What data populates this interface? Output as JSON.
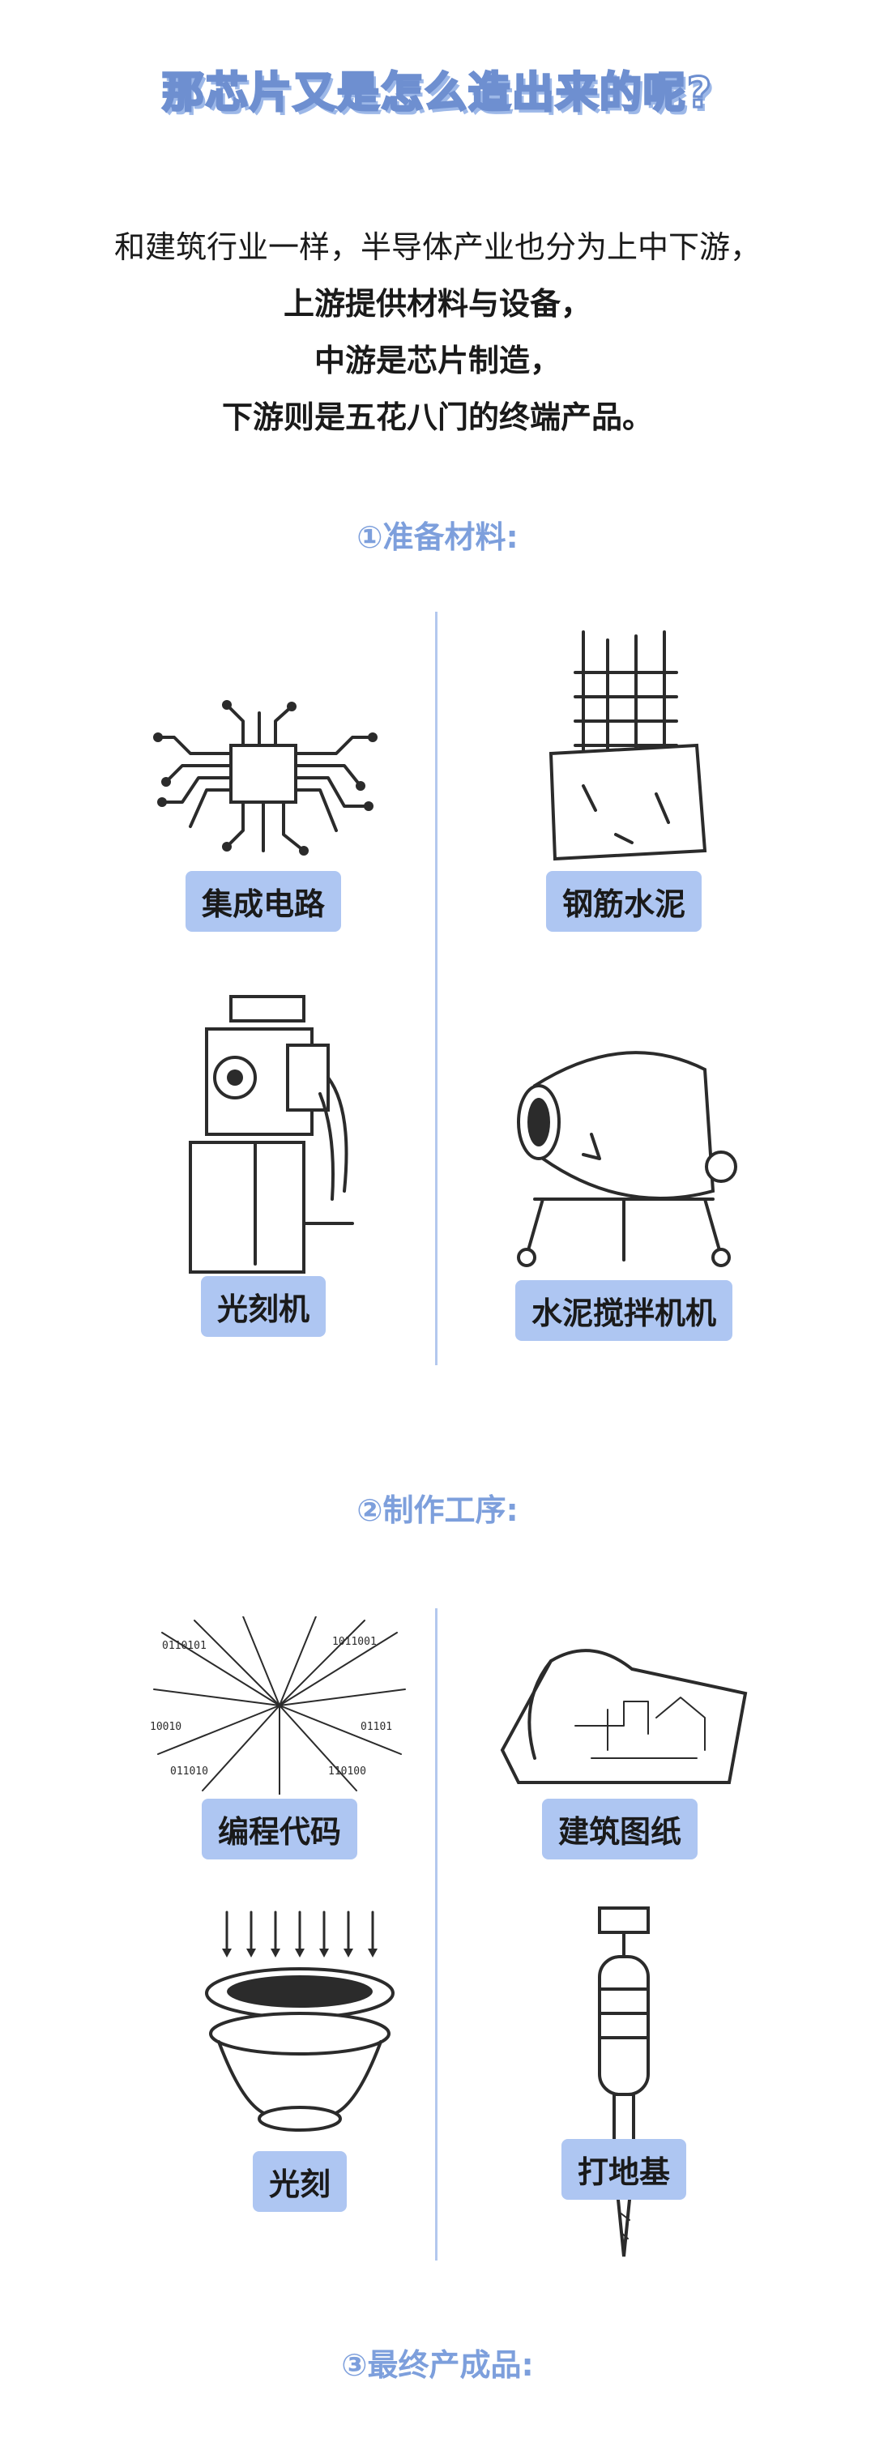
{
  "title": "那芯片又是怎么造出来的呢?",
  "intro": {
    "line1": "和建筑行业一样，半导体产业也分为上中下游，",
    "line2": "上游提供材料与设备，",
    "line3": "中游是芯片制造，",
    "line4": "下游则是五花八门的终端产品。"
  },
  "sections": [
    {
      "heading": "①准备材料:",
      "items": [
        {
          "label": "集成电路",
          "icon": "circuit-icon"
        },
        {
          "label": "钢筋水泥",
          "icon": "rebar-concrete-icon"
        },
        {
          "label": "光刻机",
          "icon": "lithography-machine-icon"
        },
        {
          "label": "水泥搅拌机机",
          "icon": "cement-mixer-icon"
        }
      ]
    },
    {
      "heading": "②制作工序:",
      "items": [
        {
          "label": "编程代码",
          "icon": "binary-code-icon"
        },
        {
          "label": "建筑图纸",
          "icon": "blueprint-icon"
        },
        {
          "label": "光刻",
          "icon": "photolithography-icon"
        },
        {
          "label": "打地基",
          "icon": "drill-icon"
        }
      ]
    },
    {
      "heading": "③最终产成品:"
    }
  ],
  "colors": {
    "accent": "#7d9fdc",
    "label_bg": "#aec6f2",
    "divider": "#b3c8ee"
  }
}
